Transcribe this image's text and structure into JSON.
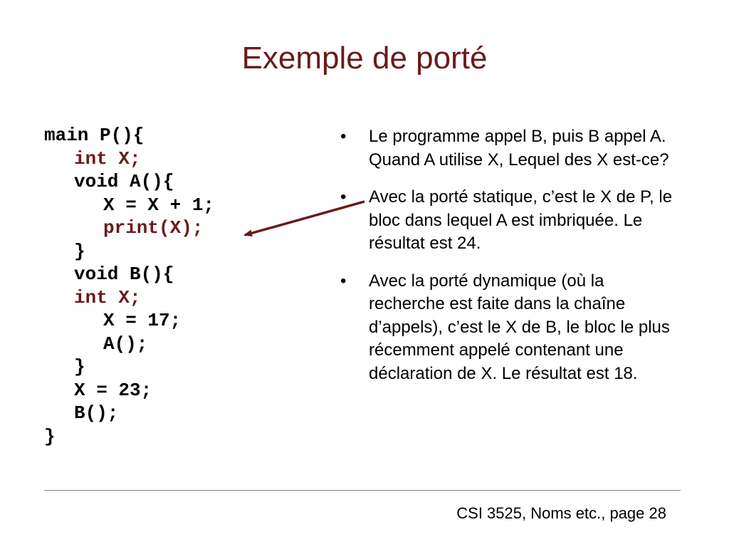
{
  "slide": {
    "title": "Exemple de porté",
    "code_lines": [
      "main P(){",
      "int X;",
      "void A(){",
      "X = X + 1;",
      "print(X);",
      "}",
      "void B(){",
      "int X;",
      "X = 17;",
      "A();",
      "}",
      "X = 23;",
      "B();",
      "}"
    ],
    "bullets": [
      "Le programme appel B, puis B appel A. Quand A utilise X, Lequel des X est-ce?",
      "Avec la porté statique, c’est le X de P, le bloc dans lequel A est imbriquée. Le résultat est 24.",
      "Avec la porté dynamique (où la recherche est faite dans la chaîne d’appels), c’est le X de B, le bloc le plus récemment appelé contenant une déclaration de X. Le résultat est 18."
    ],
    "bullet_char": "•",
    "footer": "CSI 3525, Noms etc., page 28"
  },
  "colors": {
    "title": "#6b1a1a",
    "highlight": "#6b1a1a",
    "arrow": "#6b1a1a",
    "rule": "#808080"
  }
}
